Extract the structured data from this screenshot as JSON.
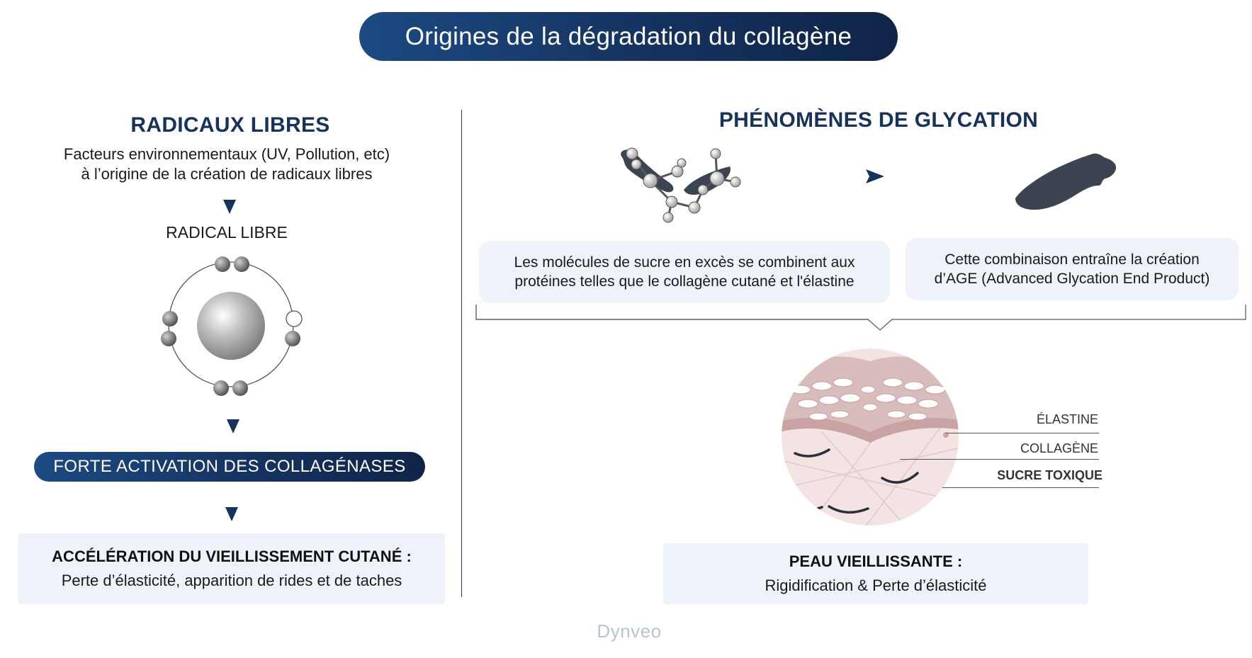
{
  "header": {
    "title": "Origines de la dégradation du collagène"
  },
  "left": {
    "heading": "RADICAUX LIBRES",
    "intro_line1": "Facteurs environnementaux (UV, Pollution, etc)",
    "intro_line2": "à l’origine de la création de radicaux libres",
    "radical_label": "RADICAL LIBRE",
    "activation_pill": "FORTE ACTIVATION DES COLLAGÉNASES",
    "result_title": "ACCÉLÉRATION DU VIEILLISSEMENT CUTANÉ :",
    "result_text": "Perte d’élasticité, apparition de rides et de taches"
  },
  "right": {
    "heading": "PHÉNOMÈNES DE GLYCATION",
    "callout1_line1": "Les molécules de sucre en excès se combinent aux",
    "callout1_line2": "protéines telles que le collagène cutané et l'élastine",
    "callout2_line1": "Cette combinaison entraîne la création",
    "callout2_line2": "d’AGE (Advanced Glycation End Product)",
    "skin_labels": {
      "elastine": "ÉLASTINE",
      "collagene": "COLLAGÈNE",
      "sucre": "SUCRE TOXIQUE"
    },
    "result_title": "PEAU VIEILLISSANTE :",
    "result_text": "Rigidification & Perte d’élasticité"
  },
  "footer": {
    "watermark": "Dynveo"
  },
  "colors": {
    "navy": "#16325e",
    "box_bg": "#eef3f9",
    "skin_pink": "#ecd4d4",
    "molecule_dark": "#3b4450"
  }
}
